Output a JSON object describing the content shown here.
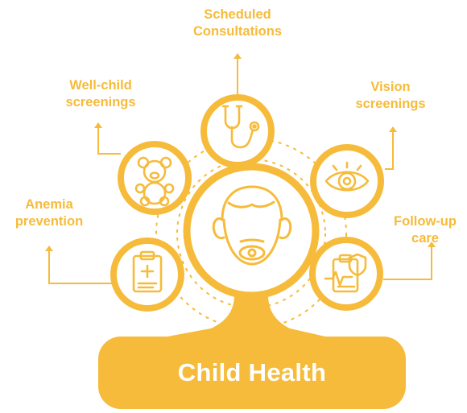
{
  "diagram": {
    "center_title": "Child Health",
    "accent_color": "#f6bb3a",
    "center_icon": "baby-with-pacifier-icon",
    "services": [
      {
        "lines": [
          "Scheduled",
          "Consultations"
        ],
        "icon": "stethoscope-icon"
      },
      {
        "lines": [
          "Well-child",
          "screenings"
        ],
        "icon": "teddy-bear-icon"
      },
      {
        "lines": [
          "Vision",
          "screenings"
        ],
        "icon": "eye-icon"
      },
      {
        "lines": [
          "Anemia",
          "prevention"
        ],
        "icon": "clipboard-icon"
      },
      {
        "lines": [
          "Follow-up",
          "care"
        ],
        "icon": "medical-chart-icon"
      }
    ]
  }
}
